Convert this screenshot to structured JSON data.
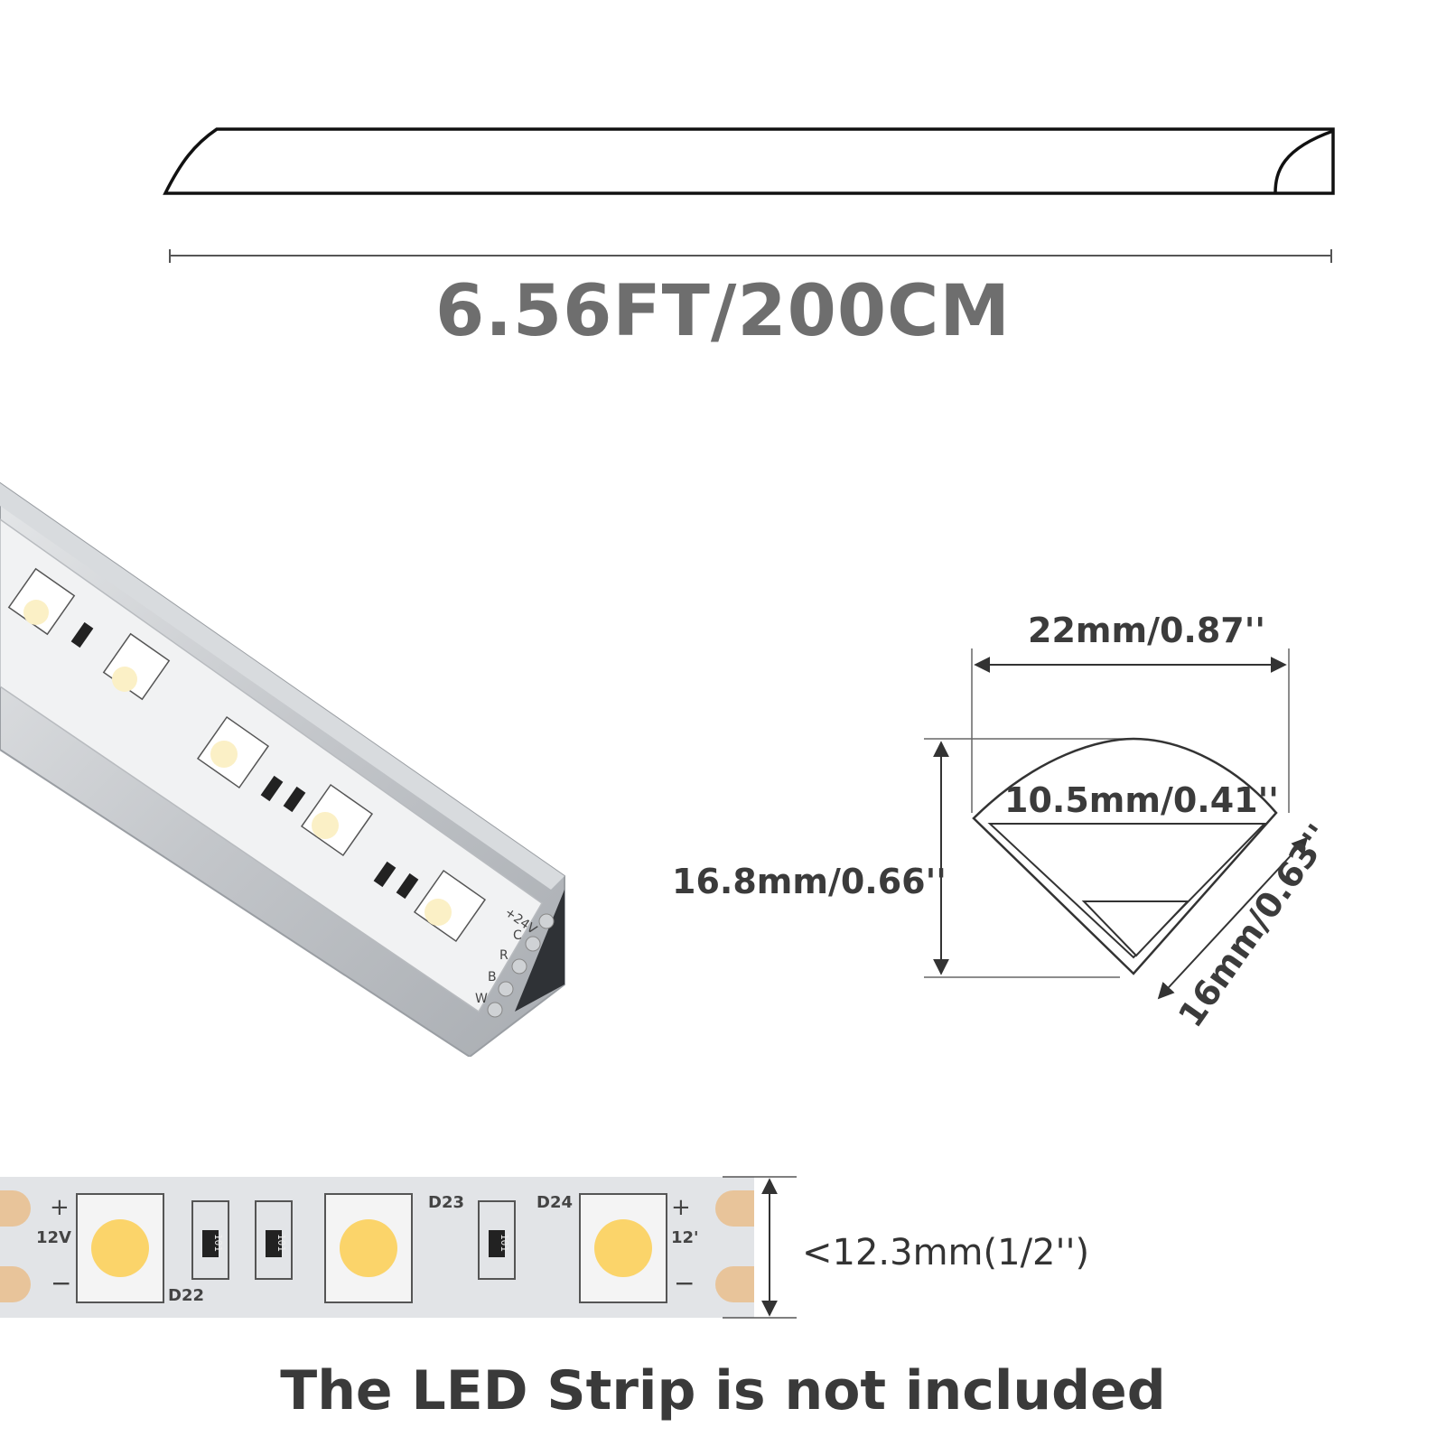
{
  "profile_length": {
    "label": "6.56FT/200CM"
  },
  "cross_section": {
    "width_label": "22mm/0.87''",
    "inner_width_label": "10.5mm/0.41''",
    "height_label": "16.8mm/0.66''",
    "diagonal_label": "16mm/0.63''"
  },
  "led_strip": {
    "width_label": "<12.3mm(1/2'')",
    "pad_labels": {
      "plus_left": "+",
      "minus_left": "−",
      "voltage_left": "12V",
      "plus_right": "+",
      "minus_right": "−",
      "voltage_right": "12'"
    },
    "led_designators": [
      "D22",
      "D23",
      "D24"
    ],
    "resistor_code": "101"
  },
  "corner_strip_labels": [
    "+24V",
    "C",
    "R",
    "B",
    "W"
  ],
  "footer": {
    "note": "The LED Strip is not included"
  },
  "colors": {
    "led_yellow": "#fbd46a",
    "copper_pad": "#e8c49a",
    "aluminum": "#c9ccd0",
    "text_gray": "#6e6e6e"
  }
}
